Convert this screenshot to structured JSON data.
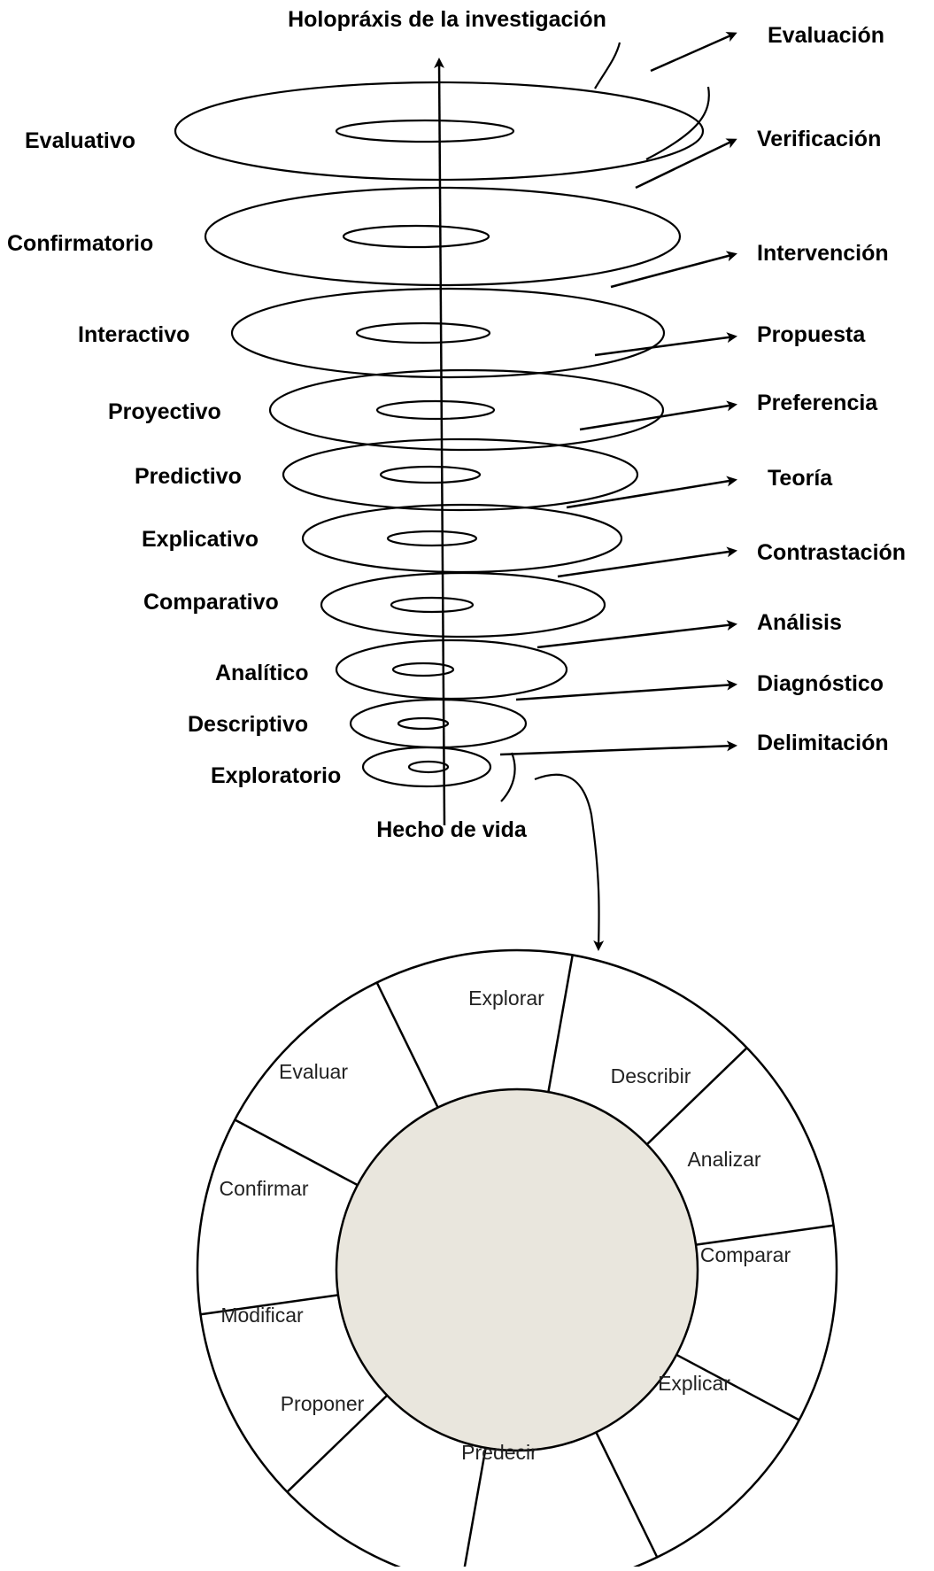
{
  "spiral": {
    "title": "Holopráxis de la investigación",
    "base_label": "Hecho de vida",
    "levels_left": [
      "Evaluativo",
      "Confirmatorio",
      "Interactivo",
      "Proyectivo",
      "Predictivo",
      "Explicativo",
      "Comparativo",
      "Analítico",
      "Descriptivo",
      "Exploratorio"
    ],
    "phases_right": [
      "Evaluación",
      "Verificación",
      "Intervención",
      "Propuesta",
      "Preferencia",
      "Teoría",
      "Contrastación",
      "Análisis",
      "Diagnóstico",
      "Delimitación"
    ]
  },
  "wheel": {
    "segments": [
      "Explorar",
      "Describir",
      "Analizar",
      "Comparar",
      "Explicar",
      "Predecir",
      "Proponer",
      "Modificar",
      "Confirmar",
      "Evaluar"
    ],
    "hub_color": "#e9e6dd"
  }
}
